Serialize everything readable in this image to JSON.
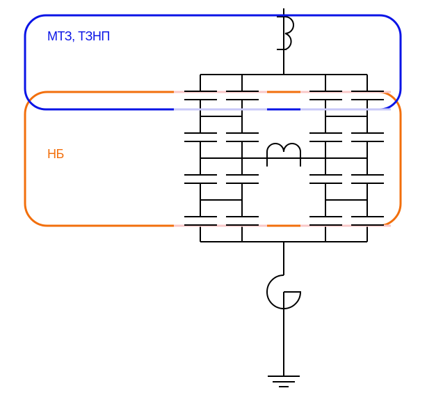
{
  "diagram": {
    "zones": [
      {
        "id": "mtz-tznp",
        "label": "МТЗ, ТЗНП",
        "color": "#0a14e6",
        "faded_color": "#c8c8f8"
      },
      {
        "id": "nb",
        "label": "НБ",
        "color": "#f26f0c",
        "faded_color": "#f9c8c8"
      }
    ],
    "wire_color": "#000000",
    "background": "#ffffff",
    "components": {
      "top_reactor": "reactor-icon",
      "middle_reactor": "reactor-icon",
      "current_transformer": "current-transformer-icon",
      "ground": "ground-icon",
      "capacitor_bank": {
        "branches": 4,
        "capacitors_per_branch": 4
      }
    }
  }
}
